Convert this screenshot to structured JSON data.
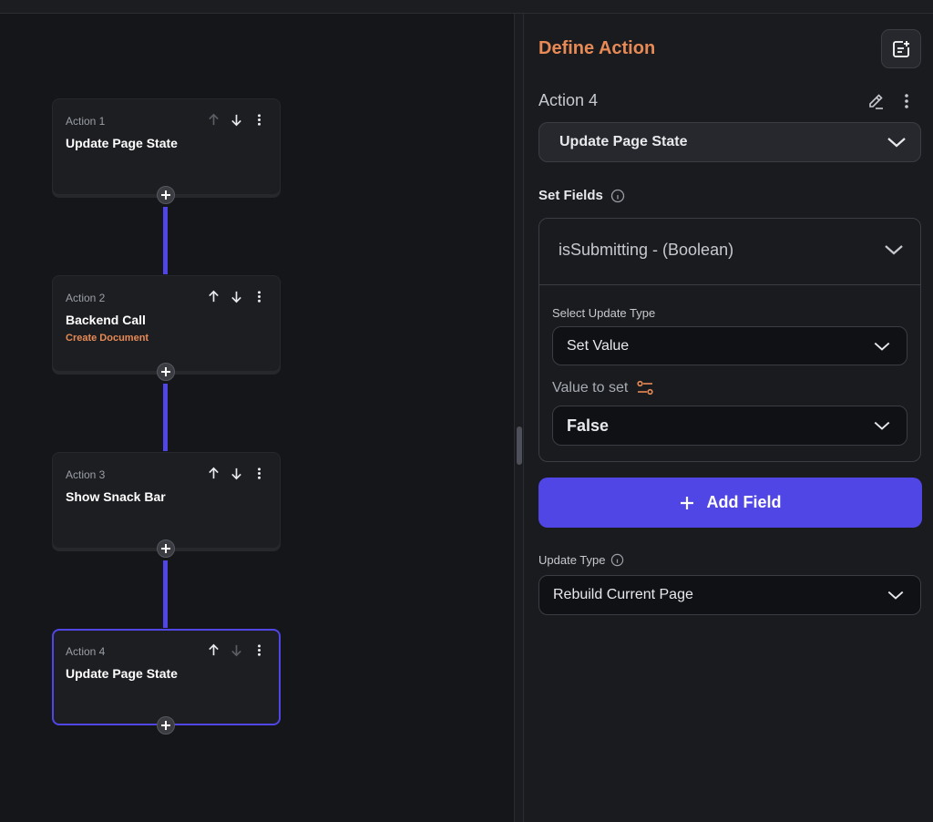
{
  "flow": {
    "actions": [
      {
        "label": "Action 1",
        "title": "Update Page State",
        "subtitle": ""
      },
      {
        "label": "Action 2",
        "title": "Backend Call",
        "subtitle": "Create Document"
      },
      {
        "label": "Action 3",
        "title": "Show Snack Bar",
        "subtitle": ""
      },
      {
        "label": "Action 4",
        "title": "Update Page State",
        "subtitle": ""
      }
    ]
  },
  "panel": {
    "title": "Define Action",
    "action_name": "Action 4",
    "action_type": "Update Page State",
    "set_fields_label": "Set Fields",
    "field": {
      "name": "isSubmitting - (Boolean)",
      "select_update_type_label": "Select Update Type",
      "update_type_value": "Set Value",
      "value_to_set_label": "Value to set",
      "value": "False"
    },
    "add_field_label": "Add Field",
    "update_type_label": "Update Type",
    "update_type_value": "Rebuild Current Page"
  },
  "colors": {
    "accent": "#4f46e5",
    "title_orange": "#e88a55",
    "background": "#151619"
  },
  "icons": [
    "arrow-up-icon",
    "arrow-down-icon",
    "more-vertical-icon",
    "plus-icon",
    "edit-pencil-icon",
    "notes-add-icon",
    "chevron-down-icon",
    "info-icon",
    "sliders-icon"
  ]
}
